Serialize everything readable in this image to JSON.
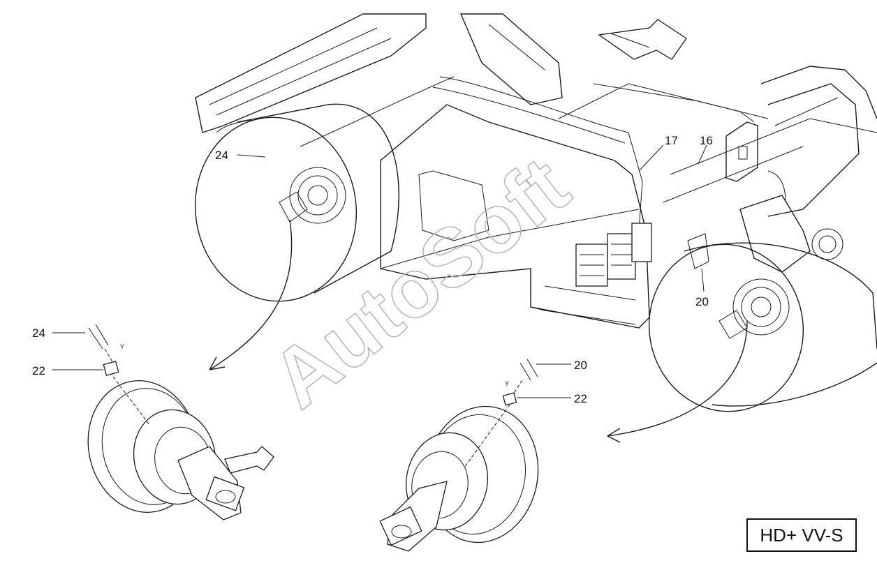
{
  "callouts": {
    "c24_top": "24",
    "c17": "17",
    "c16": "16",
    "c20_right": "20",
    "c24_left": "24",
    "c22_left": "22",
    "c20_bottom": "20",
    "c22_bottom": "22"
  },
  "axis_marks": {
    "y_left": "Y",
    "y_right": "Y"
  },
  "watermark": "AutoSoft",
  "model_label": "HD+ VV-S"
}
